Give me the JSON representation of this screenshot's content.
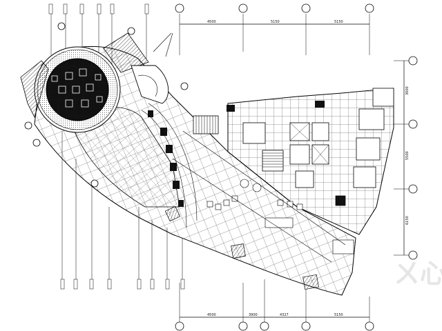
{
  "drawing": {
    "top_axes": [
      "",
      "",
      "",
      ""
    ],
    "top_dims": [
      "4500",
      "5150",
      "5150"
    ],
    "bottom_axes": [
      "",
      "",
      "",
      "",
      ""
    ],
    "bottom_dims": [
      "4500",
      "3900",
      "4327",
      "5150"
    ],
    "right_axes": [
      "",
      "",
      "",
      ""
    ],
    "right_dims": [
      "3000",
      "5500",
      "6150"
    ],
    "left_circles": [
      "",
      "",
      ""
    ],
    "watermark": "ㄨ心"
  }
}
